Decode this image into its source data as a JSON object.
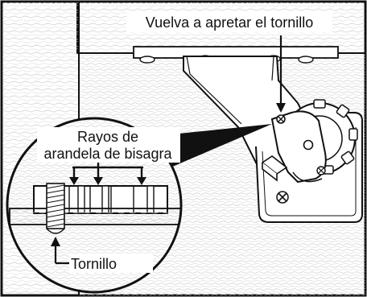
{
  "labels": {
    "retighten": "Vuelva a apretar el tornillo",
    "rays_line1": "Rayos de",
    "rays_line2": "arandela de bisagra",
    "screw": "Tornillo"
  },
  "colors": {
    "ink": "#111111",
    "paper": "#ffffff",
    "hatch": "#c8c8c8",
    "shade": "#b5b5b5"
  }
}
